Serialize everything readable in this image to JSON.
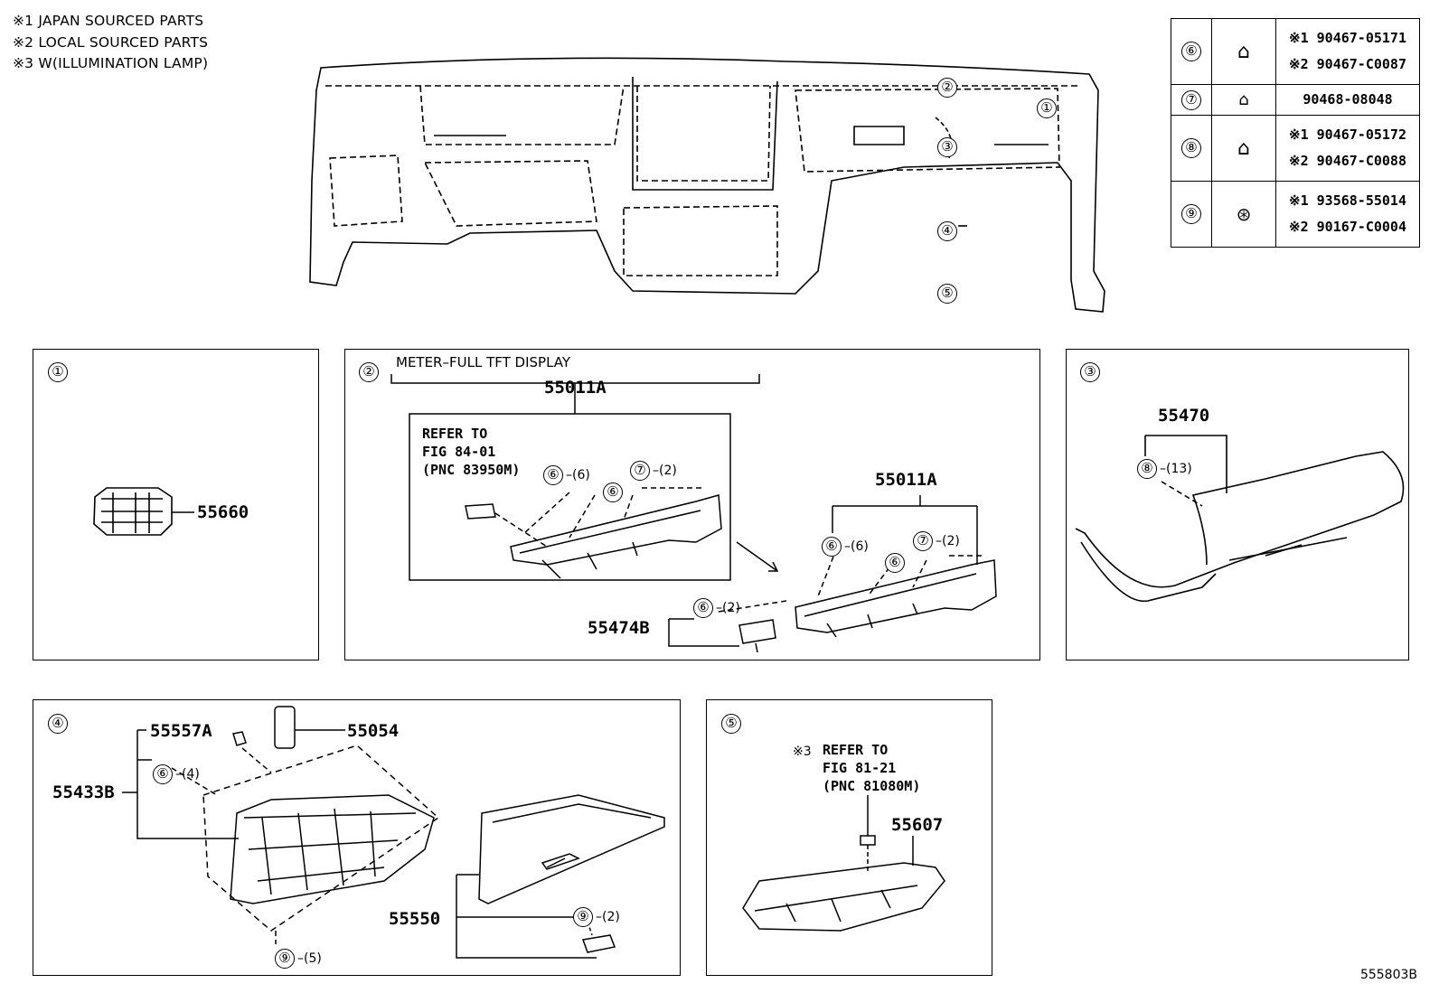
{
  "notes": [
    "※1 JAPAN SOURCED PARTS",
    "※2 LOCAL SOURCED PARTS",
    "※3 W(ILLUMINATION LAMP)"
  ],
  "overview_callouts": [
    "①",
    "②",
    "③",
    "④",
    "⑤"
  ],
  "fastener_table": [
    {
      "ref": "⑥",
      "icon": "clip-icon",
      "codes": [
        "※1 90467-05171",
        "※2 90467-C0087"
      ]
    },
    {
      "ref": "⑦",
      "icon": "clip-icon",
      "codes": [
        "90468-08048"
      ]
    },
    {
      "ref": "⑧",
      "icon": "clip-icon",
      "codes": [
        "※1 90467-05172",
        "※2 90467-C0088"
      ]
    },
    {
      "ref": "⑨",
      "icon": "screw-icon",
      "codes": [
        "※1 93568-55014",
        "※2 90167-C0004"
      ]
    }
  ],
  "panel1": {
    "num": "①",
    "part": "55660"
  },
  "panel2": {
    "num": "②",
    "title": "METER–FULL TFT DISPLAY",
    "part_main": "55011A",
    "refer": "REFER TO\nFIG 84-01\n(PNC 83950M)",
    "inset_c1": "⑥",
    "inset_q1": "–(6)",
    "inset_c2": "⑦",
    "inset_q2": "–(2)",
    "inset_c3": "⑥",
    "part_right": "55011A",
    "right_c1": "⑥",
    "right_q1": "–(6)",
    "right_c2": "⑦",
    "right_q2": "–(2)",
    "right_c3": "⑥",
    "part_bottom": "55474B",
    "bottom_c": "⑥",
    "bottom_q": "–(2)"
  },
  "panel3": {
    "num": "③",
    "part": "55470",
    "c": "⑧",
    "q": "–(13)"
  },
  "panel4": {
    "num": "④",
    "part_a": "55557A",
    "part_b": "55054",
    "part_c": "55433B",
    "c1": "⑥",
    "q1": "–(4)",
    "part_d": "55550",
    "c2": "⑨",
    "q2": "–(2)",
    "c3": "⑨",
    "q3": "–(5)"
  },
  "panel5": {
    "num": "⑤",
    "note_mark": "※3",
    "refer": "REFER TO\nFIG 81-21\n(PNC 81080M)",
    "part": "55607"
  },
  "doc_id": "555803B"
}
